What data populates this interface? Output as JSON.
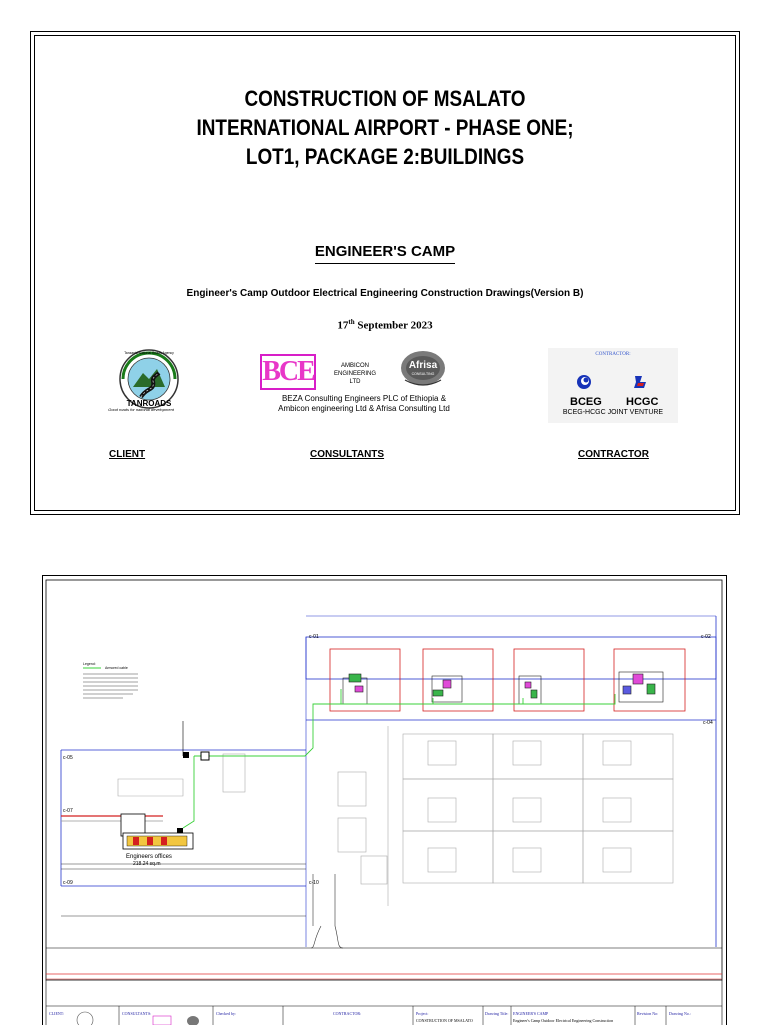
{
  "cover": {
    "title_lines": [
      "CONSTRUCTION OF MSALATO",
      "INTERNATIONAL AIRPORT - PHASE ONE;",
      "LOT1, PACKAGE  2:BUILDINGS"
    ],
    "subtitle": "ENGINEER'S CAMP",
    "description": "Engineer's Camp Outdoor Electrical Engineering Construction Drawings(Version B)",
    "date_day": "17",
    "date_suffix": "th",
    "date_rest": " September 2023",
    "client": {
      "logo_text": "TANROADS",
      "logo_ring_text": "Tanzania National Roads Agency",
      "tagline": "Good roads for national development",
      "role": "CLIENT"
    },
    "consultants": {
      "bce_logo": "BCE",
      "ambicon": [
        "AMBICON",
        "ENGINEERING",
        "LTD"
      ],
      "afrisa": "Afrisa",
      "afrisa_sub": "CONSULTING",
      "note_lines": [
        "BEZA Consulting Engineers PLC of Ethiopia &",
        "Ambicon engineering Ltd & Afrisa Consulting Ltd"
      ],
      "role": "CONSULTANTS"
    },
    "contractor": {
      "box_label": "CONTRACTOR:",
      "company_1": "BCEG",
      "company_2": "HCGC",
      "jv": "BCEG-HCGC JOINT VENTURE",
      "role": "CONTRACTOR"
    }
  },
  "drawing": {
    "axis_labels": [
      "c-01",
      "c-02",
      "c-04",
      "c-05",
      "c-07",
      "c-09",
      "c-10"
    ],
    "engineers_offices_label": "Engineers offices",
    "engineers_offices_area": "218.24 sq.m",
    "legend_title": "Legend:",
    "legend_item": "Armored cable",
    "title_block": {
      "client_label": "CLIENT:",
      "consultants_label": "CONSULTANTS:",
      "checked_label": "Checked by:",
      "contractor_label": "CONTRACTOR:",
      "project_label": "Project:",
      "project_text": "CONSTRUCTION OF MSALATO",
      "drawing_title_label": "Drawing Title:",
      "drawing_title": "ENGINEER'S CAMP",
      "drawing_subtitle": "Engineer's Camp Outdoor Electrical Engineering Construction",
      "revision_label": "Revision No:",
      "drawing_no_label": "Drawing No.:"
    }
  }
}
